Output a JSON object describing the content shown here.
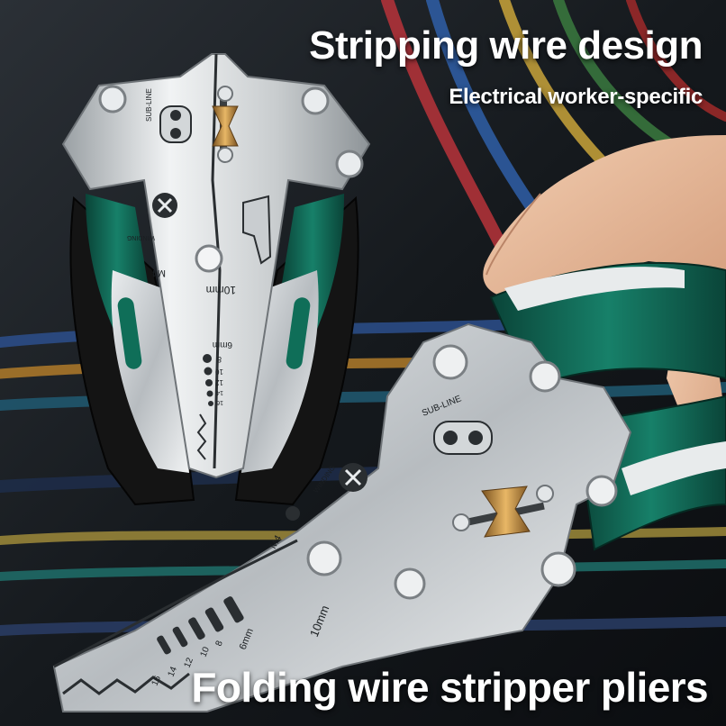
{
  "headline": "Stripping wire design",
  "subhead": "Electrical worker-specific",
  "footer_title": "Folding wire stripper pliers",
  "tool_markings": {
    "sub_line": "SUB-LINE",
    "winding": "WINDING",
    "m4": "M4",
    "size_10mm": "10mm",
    "size_6mm": "6mm",
    "gauge_8": "8",
    "gauge_10": "10",
    "gauge_12": "12",
    "gauge_14": "14",
    "gauge_16": "16"
  },
  "colors": {
    "handle_green": "#0f5e4e",
    "handle_black": "#141414",
    "steel": "#d9dcde",
    "brass": "#c08a3e",
    "background": "#14181c"
  }
}
